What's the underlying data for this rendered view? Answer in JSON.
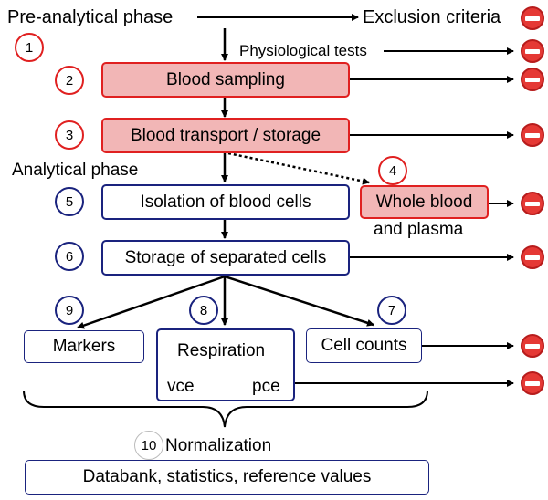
{
  "headings": {
    "pre_analytical": "Pre-analytical phase",
    "exclusion": "Exclusion criteria",
    "physiological_tests": "Physiological tests",
    "analytical": "Analytical phase"
  },
  "steps": {
    "blood_sampling": "Blood sampling",
    "blood_transport": "Blood transport / storage",
    "isolation": "Isolation of blood cells",
    "whole_blood": "Whole blood",
    "plasma": "and plasma",
    "storage_separated": "Storage of separated cells",
    "markers": "Markers",
    "respiration": "Respiration",
    "vce": "vce",
    "pce": "pce",
    "cell_counts": "Cell counts",
    "normalization": "Normalization",
    "databank": "Databank, statistics, reference values"
  },
  "numbers": {
    "n1": "1",
    "n2": "2",
    "n3": "3",
    "n4": "4",
    "n5": "5",
    "n6": "6",
    "n7": "7",
    "n8": "8",
    "n9": "9",
    "n10": "10"
  },
  "colors": {
    "red_border": "#e02020",
    "red_fill": "#f2b6b6",
    "navy": "#1a237e",
    "stop_red": "#e53935"
  },
  "icons": {
    "exclusion": "no-entry-icon"
  }
}
